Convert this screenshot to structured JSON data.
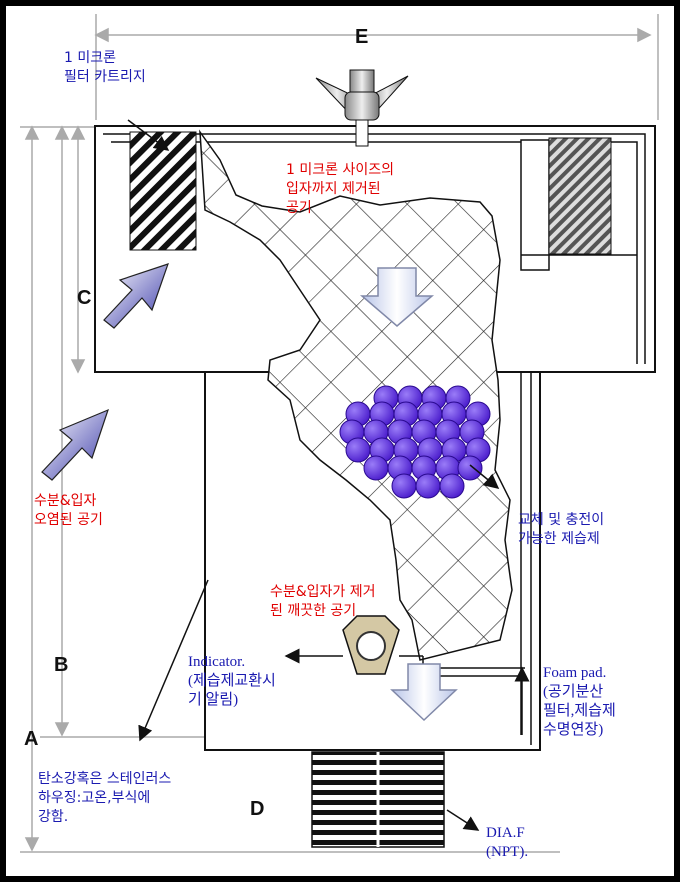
{
  "colors": {
    "blue_text": "#1a1ab0",
    "red_text": "#e00000",
    "desiccant": "#6a3ce8",
    "arrow_fill": "#7070d0"
  },
  "dimensions": {
    "a": "A",
    "b": "B",
    "c": "C",
    "d": "D",
    "e": "E"
  },
  "labels": {
    "filter_cartridge": "1 미크론\n필터 카트리지",
    "filtered_air": "1 미크론 사이즈의\n입자까지 제거된\n공기",
    "contaminated_air": "수분&입자\n오염된 공기",
    "desiccant": "교체 및 충전이\n가능한 제습제",
    "clean_air": "수분&입자가 제거\n된 깨끗한 공기",
    "indicator": "Indicator.\n(제습제교환시\n기 알림)",
    "foam_pad": "Foam pad.\n(공기분산\n필터,제습제\n수명연장)",
    "housing": "탄소강혹은 스테인러스\n하우징:고온,부식에\n강함.",
    "dia_f": "DIA.F\n(NPT)."
  }
}
